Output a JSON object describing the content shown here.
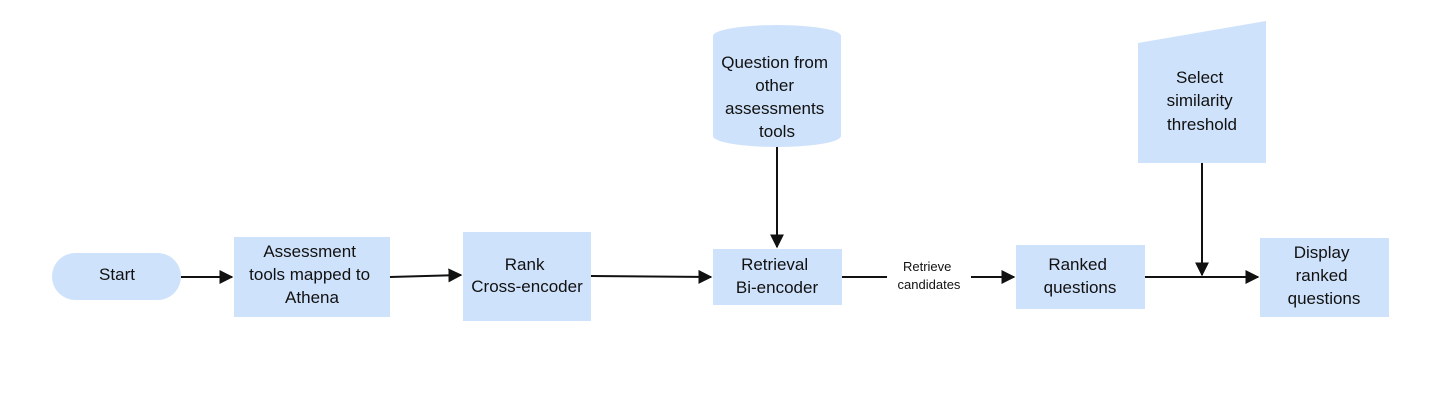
{
  "diagram": {
    "fill_color": "#cfe2fb",
    "line_color": "#111111",
    "nodes": {
      "start": {
        "shape": "terminator",
        "lines": [
          "Start"
        ]
      },
      "assessment_tools": {
        "shape": "process",
        "lines": [
          "Assessment",
          "tools mapped to",
          "Athena"
        ]
      },
      "rank": {
        "shape": "process",
        "lines": [
          "Rank",
          "Cross-encoder"
        ]
      },
      "question_source": {
        "shape": "database",
        "lines": [
          "Question from",
          "other",
          "assessments",
          "tools"
        ]
      },
      "retrieval": {
        "shape": "process",
        "lines": [
          "Retrieval",
          "Bi-encoder"
        ]
      },
      "ranked_questions": {
        "shape": "process",
        "lines": [
          "Ranked",
          "questions"
        ]
      },
      "threshold": {
        "shape": "manual-input",
        "lines": [
          "Select",
          "similarity",
          "threshold"
        ]
      },
      "display": {
        "shape": "process",
        "lines": [
          "Display",
          "ranked",
          "questions"
        ]
      }
    },
    "edges": [
      {
        "from": "start",
        "to": "assessment_tools"
      },
      {
        "from": "assessment_tools",
        "to": "rank"
      },
      {
        "from": "rank",
        "to": "retrieval"
      },
      {
        "from": "question_source",
        "to": "retrieval"
      },
      {
        "from": "retrieval",
        "to": "ranked_questions",
        "label": [
          "Retrieve",
          "candidates"
        ]
      },
      {
        "from": "ranked_questions",
        "to": "display"
      },
      {
        "from": "threshold",
        "to": "display"
      }
    ]
  }
}
